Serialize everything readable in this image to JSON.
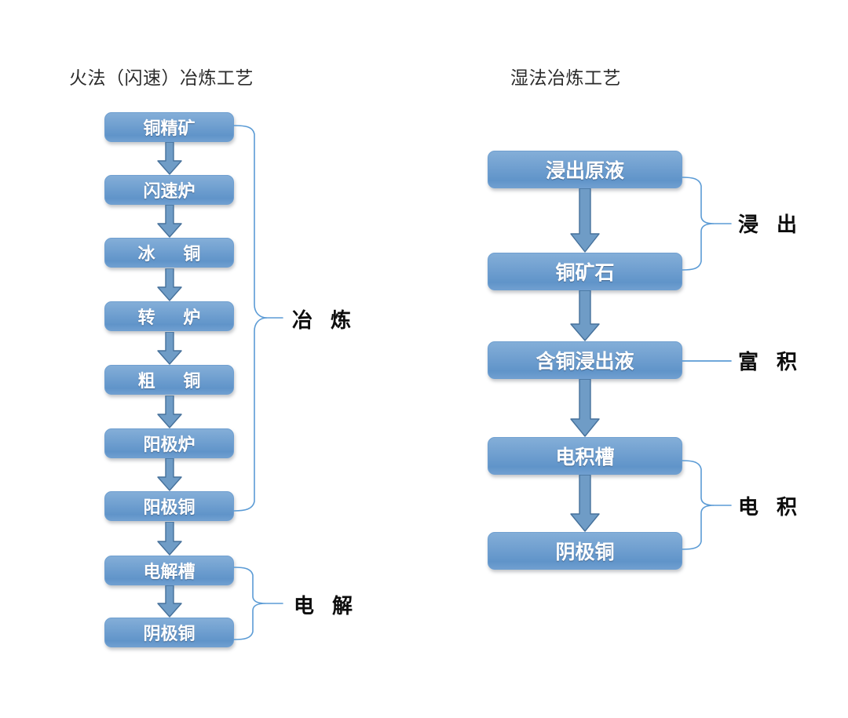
{
  "diagram": {
    "type": "flowchart",
    "background": "#ffffff",
    "accent_box_color": "#6b9cce",
    "accent_line_color": "#5b9bd5",
    "label_color": "#0d0d0d",
    "columns": [
      {
        "id": "pyrometallurgy",
        "title": "火法（闪速）冶炼工艺",
        "nodes": [
          {
            "id": "l1",
            "label": "铜精矿",
            "spaced": false
          },
          {
            "id": "l2",
            "label": "闪速炉",
            "spaced": false
          },
          {
            "id": "l3",
            "label": "冰 铜",
            "spaced": true
          },
          {
            "id": "l4",
            "label": "转 炉",
            "spaced": true
          },
          {
            "id": "l5",
            "label": "粗 铜",
            "spaced": true
          },
          {
            "id": "l6",
            "label": "阳极炉",
            "spaced": false
          },
          {
            "id": "l7",
            "label": "阳极铜",
            "spaced": false
          },
          {
            "id": "l8",
            "label": "电解槽",
            "spaced": false
          },
          {
            "id": "l9",
            "label": "阴极铜",
            "spaced": false
          }
        ],
        "groups": [
          {
            "id": "g-smelting",
            "label": "冶 炼",
            "from": "l1",
            "to": "l7",
            "connector": "brace"
          },
          {
            "id": "g-electrolysis",
            "label": "电 解",
            "from": "l8",
            "to": "l9",
            "connector": "brace"
          }
        ]
      },
      {
        "id": "hydrometallurgy",
        "title": "湿法冶炼工艺",
        "nodes": [
          {
            "id": "r1",
            "label": "浸出原液",
            "spaced": false
          },
          {
            "id": "r2",
            "label": "铜矿石",
            "spaced": false
          },
          {
            "id": "r3",
            "label": "含铜浸出液",
            "spaced": false
          },
          {
            "id": "r4",
            "label": "电积槽",
            "spaced": false
          },
          {
            "id": "r5",
            "label": "阴极铜",
            "spaced": false
          }
        ],
        "groups": [
          {
            "id": "g-leaching",
            "label": "浸 出",
            "from": "r1",
            "to": "r2",
            "connector": "brace"
          },
          {
            "id": "g-enrichment",
            "label": "富 积",
            "from": "r3",
            "to": "r3",
            "connector": "line"
          },
          {
            "id": "g-electrowin",
            "label": "电 积",
            "from": "r4",
            "to": "r5",
            "connector": "brace"
          }
        ]
      }
    ]
  }
}
